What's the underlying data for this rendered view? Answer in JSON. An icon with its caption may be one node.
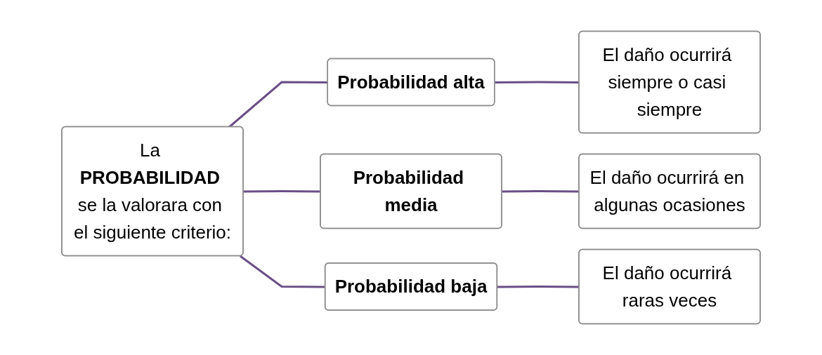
{
  "diagram": {
    "nodes": [
      {
        "text": [
          "La **PROBABILIDAD** se la valorara con el siguiente criterio:"
        ]
      },
      {
        "text": [
          "Probabilidad alta"
        ]
      },
      {
        "text": [
          "Probabilidad media"
        ]
      },
      {
        "text": [
          "Probabilidad baja"
        ]
      },
      {
        "text": [
          "El daño ocurrirá siempre o casi siempre"
        ]
      },
      {
        "text": [
          "El daño ocurrirá en algunas ocasiones"
        ]
      },
      {
        "text": [
          "El daño ocurrirá raras veces"
        ]
      }
    ],
    "edges": [
      {
        "from": 0,
        "to": 1,
        "arrow": "none"
      },
      {
        "from": 0,
        "to": 2,
        "arrow": "none"
      },
      {
        "from": 0,
        "to": 3,
        "arrow": "none"
      },
      {
        "from": 1,
        "to": 4,
        "arrow": "none"
      },
      {
        "from": 2,
        "to": 5,
        "arrow": "none"
      },
      {
        "from": 3,
        "to": 6,
        "arrow": "none"
      }
    ]
  }
}
